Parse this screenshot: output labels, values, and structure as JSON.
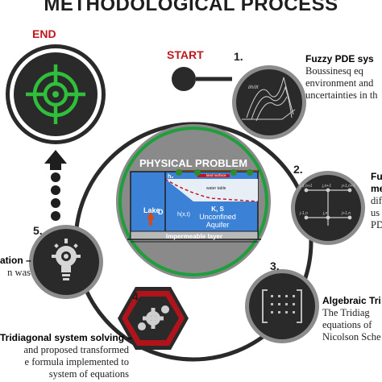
{
  "title": "METHODOLOGICAL PROCESS",
  "labels": {
    "start": "START",
    "end": "END"
  },
  "center": {
    "heading": "PHYSICAL PROBLEM",
    "lake": "Lake",
    "d": "D",
    "h": "h(x,t)",
    "aquifer_1": "Unconfined",
    "aquifer_2": "Aquifer",
    "ks": "K, S",
    "water_table": "water table",
    "land_surface": "land surface",
    "h0": "h₀",
    "impermeable": "Impermeable layer"
  },
  "steps": [
    {
      "number": "1.",
      "title": "Fuzzy PDE sys",
      "lines": [
        "Boussinesq eq",
        "environment and",
        "uncertainties in th"
      ]
    },
    {
      "number": "2.",
      "title_lines": [
        "Fuz",
        "me"
      ],
      "lines": [
        "dif",
        "us",
        "PDE"
      ]
    },
    {
      "number": "3.",
      "title": "Algebraic Tri",
      "lines": [
        "The Tridiag",
        "equations of",
        "Nicolson Sche"
      ]
    },
    {
      "number": "4.",
      "title": "Tridiagonal system solving –",
      "lines": [
        "and proposed transformed",
        "e formula implemented to",
        "system of equations"
      ]
    },
    {
      "number": "5.",
      "title": "ation –",
      "lines": [
        "n was"
      ]
    }
  ],
  "grid_labels": [
    "j-1,n+1",
    "j,n+1",
    "j+1,n+1",
    "j-1,n",
    "j,n",
    "j+1,n"
  ],
  "colors": {
    "dark": "#2a2a2a",
    "red": "#c0171b",
    "ring_gray": "#8c8c8c",
    "hex_red": "#b0141a",
    "water": "#3b82d6",
    "center_gray": "#7a7a7a"
  }
}
